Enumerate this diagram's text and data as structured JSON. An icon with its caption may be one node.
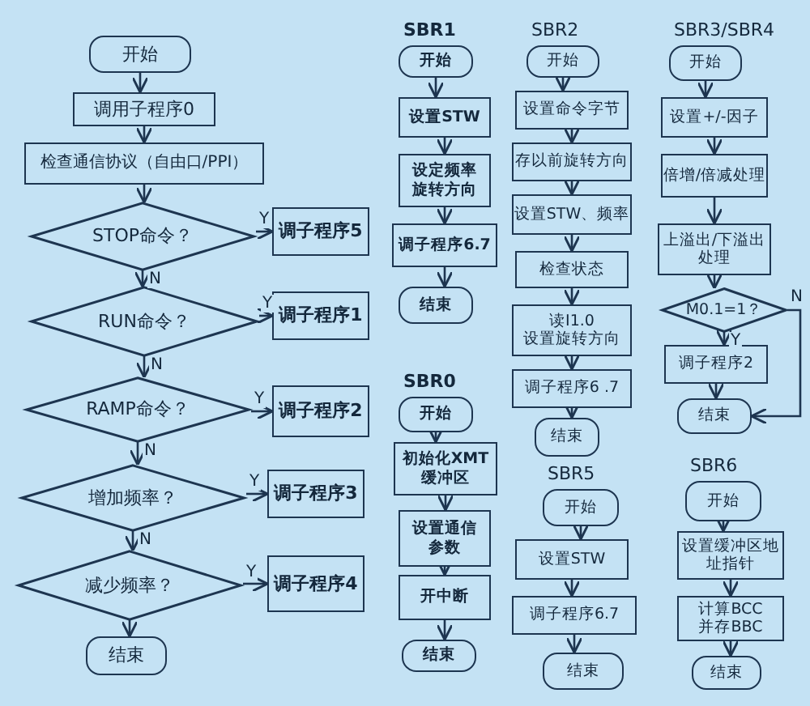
{
  "diagram": {
    "nodes": [
      {
        "text": [
          "开始"
        ]
      },
      {
        "text": [
          "调用子程序0"
        ]
      },
      {
        "text": [
          "检查通信协议（自由口/PPI）"
        ]
      },
      {
        "text": [
          "STOP命令？"
        ]
      },
      {
        "text": [
          "调子程序5"
        ]
      },
      {
        "text": [
          "RUN命令？"
        ]
      },
      {
        "text": [
          "调子程序1"
        ]
      },
      {
        "text": [
          "RAMP命令？"
        ]
      },
      {
        "text": [
          "调子程序2"
        ]
      },
      {
        "text": [
          "增加频率？"
        ]
      },
      {
        "text": [
          "调子程序3"
        ]
      },
      {
        "text": [
          "减少频率？"
        ]
      },
      {
        "text": [
          "调子程序4"
        ]
      },
      {
        "text": [
          "结束"
        ]
      },
      {
        "text": [
          "开始"
        ],
        "beside": [
          "SBR1"
        ]
      },
      {
        "text": [
          "设置STW"
        ]
      },
      {
        "text": [
          "设定频率旋转方向"
        ]
      },
      {
        "text": [
          "调子程序6.7"
        ]
      },
      {
        "text": [
          "结束"
        ]
      },
      {
        "text": [
          "开始"
        ],
        "beside": [
          "SBR0"
        ]
      },
      {
        "text": [
          "初始化XMT缓冲区"
        ]
      },
      {
        "text": [
          "设置通信参数"
        ]
      },
      {
        "text": [
          "开中断"
        ]
      },
      {
        "text": [
          "结束"
        ]
      },
      {
        "text": [
          "开始"
        ],
        "beside": [
          "SBR2"
        ]
      },
      {
        "text": [
          "设置命令字节"
        ]
      },
      {
        "text": [
          "存以前旋转方向"
        ]
      },
      {
        "text": [
          "设置STW、频率"
        ]
      },
      {
        "text": [
          "检查状态"
        ]
      },
      {
        "text": [
          "读I1.0 设置旋转方向"
        ]
      },
      {
        "text": [
          "调子程序6 .7"
        ]
      },
      {
        "text": [
          "结束"
        ]
      },
      {
        "text": [
          "开始"
        ],
        "beside": [
          "SBR5"
        ]
      },
      {
        "text": [
          "设置STW"
        ]
      },
      {
        "text": [
          "调子程序6.7"
        ]
      },
      {
        "text": [
          "结束"
        ]
      },
      {
        "text": [
          "开始"
        ],
        "beside": [
          "SBR3/SBR4"
        ]
      },
      {
        "text": [
          "设置+/-因子"
        ]
      },
      {
        "text": [
          "倍增/倍减处理"
        ]
      },
      {
        "text": [
          "上溢出/下溢出处理"
        ]
      },
      {
        "text": [
          "M0.1=1？"
        ]
      },
      {
        "text": [
          "调子程序2"
        ]
      },
      {
        "text": [
          "结束"
        ]
      },
      {
        "text": [
          "开始"
        ],
        "beside": [
          "SBR6"
        ]
      },
      {
        "text": [
          "设置缓冲区地址指针"
        ]
      },
      {
        "text": [
          "计算BCC并存BBC"
        ]
      },
      {
        "text": [
          "结束"
        ]
      }
    ],
    "edges": [
      {
        "from": 0,
        "to": 1,
        "arrow": "to"
      },
      {
        "from": 1,
        "to": 2,
        "arrow": "to"
      },
      {
        "from": 2,
        "to": 3,
        "arrow": "to"
      },
      {
        "from": 3,
        "to": 4,
        "arrow": "to",
        "label": "Y"
      },
      {
        "from": 3,
        "to": 5,
        "arrow": "to",
        "label": "N"
      },
      {
        "from": 5,
        "to": 6,
        "arrow": "to",
        "label": "Y"
      },
      {
        "from": 5,
        "to": 7,
        "arrow": "to",
        "label": "N"
      },
      {
        "from": 7,
        "to": 8,
        "arrow": "to",
        "label": "Y"
      },
      {
        "from": 7,
        "to": 9,
        "arrow": "to",
        "label": "N"
      },
      {
        "from": 9,
        "to": 10,
        "arrow": "to",
        "label": "Y"
      },
      {
        "from": 9,
        "to": 11,
        "arrow": "to",
        "label": "N"
      },
      {
        "from": 11,
        "to": 12,
        "arrow": "to",
        "label": "Y"
      },
      {
        "from": 11,
        "to": 13,
        "arrow": "to"
      },
      {
        "from": 14,
        "to": 15,
        "arrow": "to"
      },
      {
        "from": 15,
        "to": 16,
        "arrow": "to"
      },
      {
        "from": 16,
        "to": 17,
        "arrow": "to"
      },
      {
        "from": 17,
        "to": 18,
        "arrow": "to"
      },
      {
        "from": 19,
        "to": 20,
        "arrow": "to"
      },
      {
        "from": 20,
        "to": 21,
        "arrow": "to"
      },
      {
        "from": 21,
        "to": 22,
        "arrow": "to"
      },
      {
        "from": 22,
        "to": 23,
        "arrow": "to"
      },
      {
        "from": 24,
        "to": 25,
        "arrow": "to"
      },
      {
        "from": 25,
        "to": 26,
        "arrow": "to"
      },
      {
        "from": 26,
        "to": 27,
        "arrow": "to"
      },
      {
        "from": 27,
        "to": 28,
        "arrow": "to"
      },
      {
        "from": 28,
        "to": 29,
        "arrow": "to"
      },
      {
        "from": 29,
        "to": 30,
        "arrow": "to"
      },
      {
        "from": 30,
        "to": 31,
        "arrow": "to"
      },
      {
        "from": 32,
        "to": 33,
        "arrow": "to"
      },
      {
        "from": 33,
        "to": 34,
        "arrow": "to"
      },
      {
        "from": 34,
        "to": 35,
        "arrow": "to"
      },
      {
        "from": 36,
        "to": 37,
        "arrow": "to"
      },
      {
        "from": 37,
        "to": 38,
        "arrow": "to"
      },
      {
        "from": 38,
        "to": 39,
        "arrow": "to"
      },
      {
        "from": 39,
        "to": 40,
        "arrow": "to"
      },
      {
        "from": 40,
        "to": 41,
        "arrow": "to",
        "label": "Y"
      },
      {
        "from": 40,
        "to": 42,
        "arrow": "to",
        "label": "N"
      },
      {
        "from": 41,
        "to": 42,
        "arrow": "to"
      },
      {
        "from": 43,
        "to": 44,
        "arrow": "to"
      },
      {
        "from": 44,
        "to": 45,
        "arrow": "to"
      },
      {
        "from": 45,
        "to": 46,
        "arrow": "to"
      }
    ]
  }
}
